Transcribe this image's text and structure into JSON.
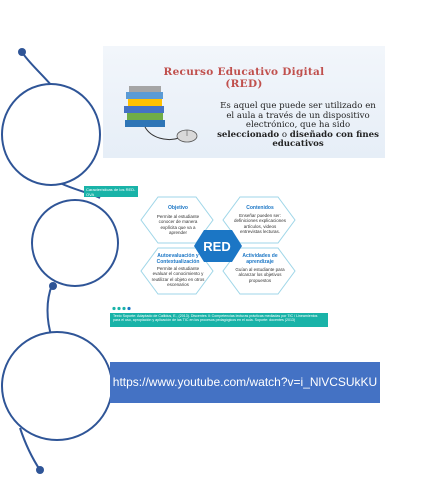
{
  "banner": {
    "title_line1": "Recurso Educativo Digital",
    "title_line2": "(RED)",
    "desc_part1": "Es aquel que puede ser utilizado en el aula a través de un dispositivo electrónico, que ha sido",
    "desc_bold1": "seleccionado",
    "desc_part2": "o",
    "desc_bold2": "diseñado con fines educativos"
  },
  "infographic": {
    "tag": "Características de los RED-OVA",
    "center_label": "RED",
    "hexes": [
      {
        "title": "Objetivo",
        "body": "Permite al estudiante conocer de manera explícita que va a aprender"
      },
      {
        "title": "Contenidos",
        "body": "Enseñar pueden ser: definiciones explicaciones artículos, videos entrevistas lecturas."
      },
      {
        "title": "Autoevaluación y Contextualización",
        "body": "Permite al estudiante evaluar el conocimiento y reutilizar el objeto en otros escenarios"
      },
      {
        "title": "Actividades de aprendizaje",
        "body": "Guían al estudiante para alcanzar los objetivos propuestos"
      }
    ],
    "source": "Texto Soporte: Adaptado de Callidus, E., (2013). Discentes II: Competencias lecturas prácticas mediadas por TIC / Lineamientos para el uso, apropiación y aplicación de las TIC en los procesos pedagógicos en el aula. Soporte: docentes (2013)"
  },
  "link": {
    "url": "https://www.youtube.com/watch?v=i_NlVCSUkKU"
  },
  "colors": {
    "circle_stroke": "#2f5597",
    "title_red": "#c0504d",
    "teal": "#19b3a8",
    "hex_blue": "#1b76c5",
    "link_bg": "#4472c4"
  }
}
